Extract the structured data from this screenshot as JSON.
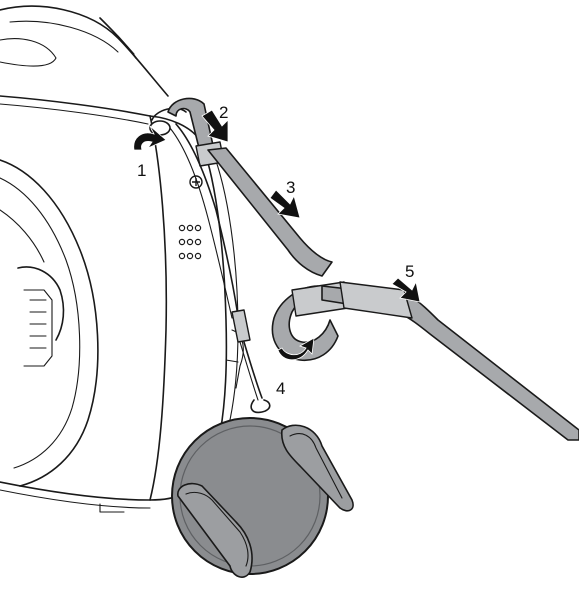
{
  "steps": [
    {
      "label": "1"
    },
    {
      "label": "2"
    },
    {
      "label": "3"
    },
    {
      "label": "4"
    },
    {
      "label": "5"
    }
  ],
  "colors": {
    "outline": "#1a1a1a",
    "strap": "#a7a9ac",
    "lens_cap": "#8a8c8f",
    "arrow": "#111111",
    "background": "#ffffff"
  },
  "icons": {
    "arrow": "curved-and-straight-direction-arrows",
    "screw": "tripod-screw-icon",
    "speaker": "speaker-grille-icon"
  }
}
